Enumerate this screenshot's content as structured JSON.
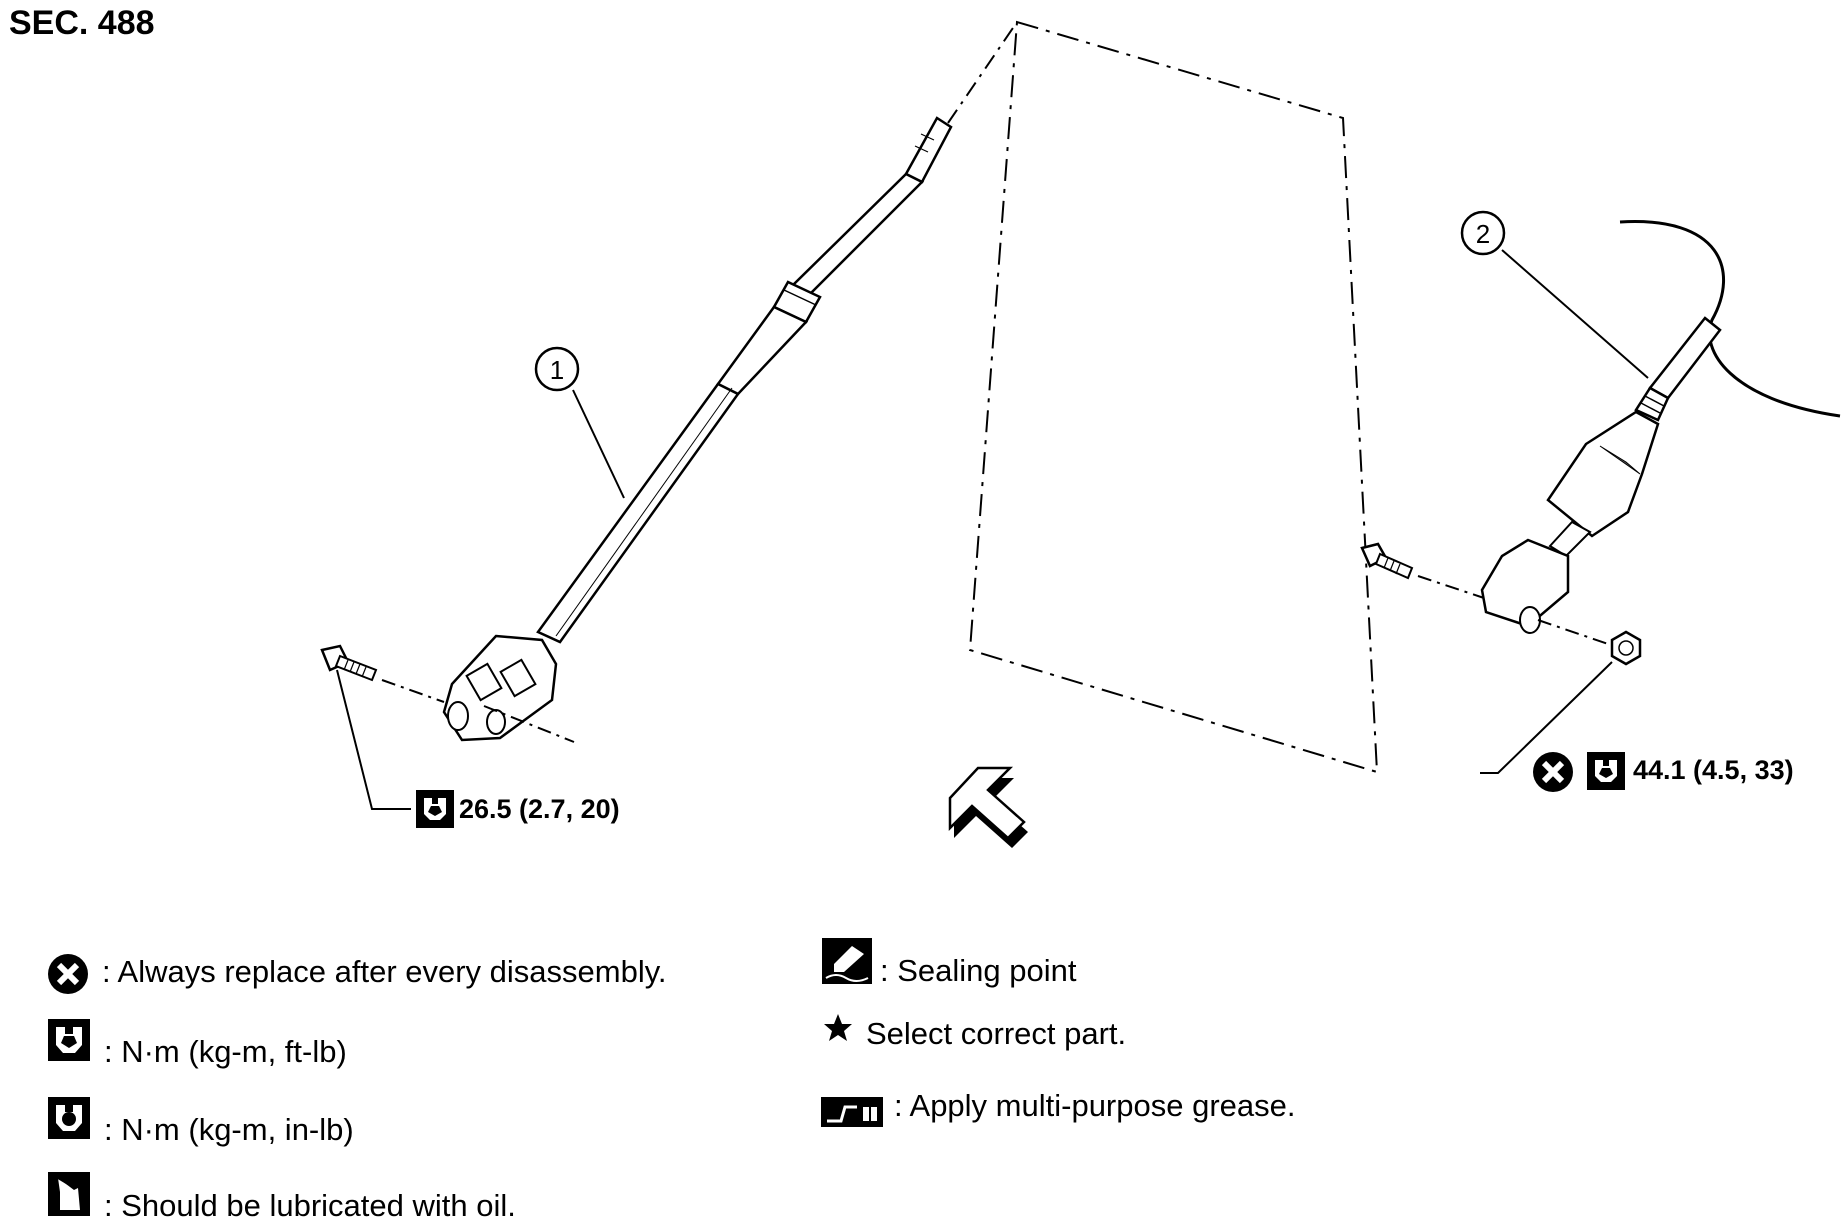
{
  "section": "SEC. 488",
  "callouts": [
    "1",
    "2"
  ],
  "torque_labels": {
    "lower_bolt": "26.5 (2.7, 20)",
    "upper_nut": "44.1 (4.5, 33)"
  },
  "legend": {
    "always_replace": ": Always replace after every disassembly.",
    "torque_ft_lb": ": N·m (kg-m, ft-lb)",
    "torque_in_lb": ": N·m (kg-m, in-lb)",
    "lubricate_oil": ": Should be lubricated with oil.",
    "sealing_point": ": Sealing point",
    "select_part": "Select correct part.",
    "apply_grease": ": Apply multi-purpose grease."
  },
  "icons": {
    "replace": "replace-x-icon",
    "torque_ft_lb": "torque-wrench-icon",
    "torque_in_lb": "torque-wrench-inlb-icon",
    "oil": "oil-can-icon",
    "sealing": "sealing-icon",
    "star": "star-icon",
    "grease": "grease-icon",
    "front_arrow": "front-arrow-icon"
  }
}
